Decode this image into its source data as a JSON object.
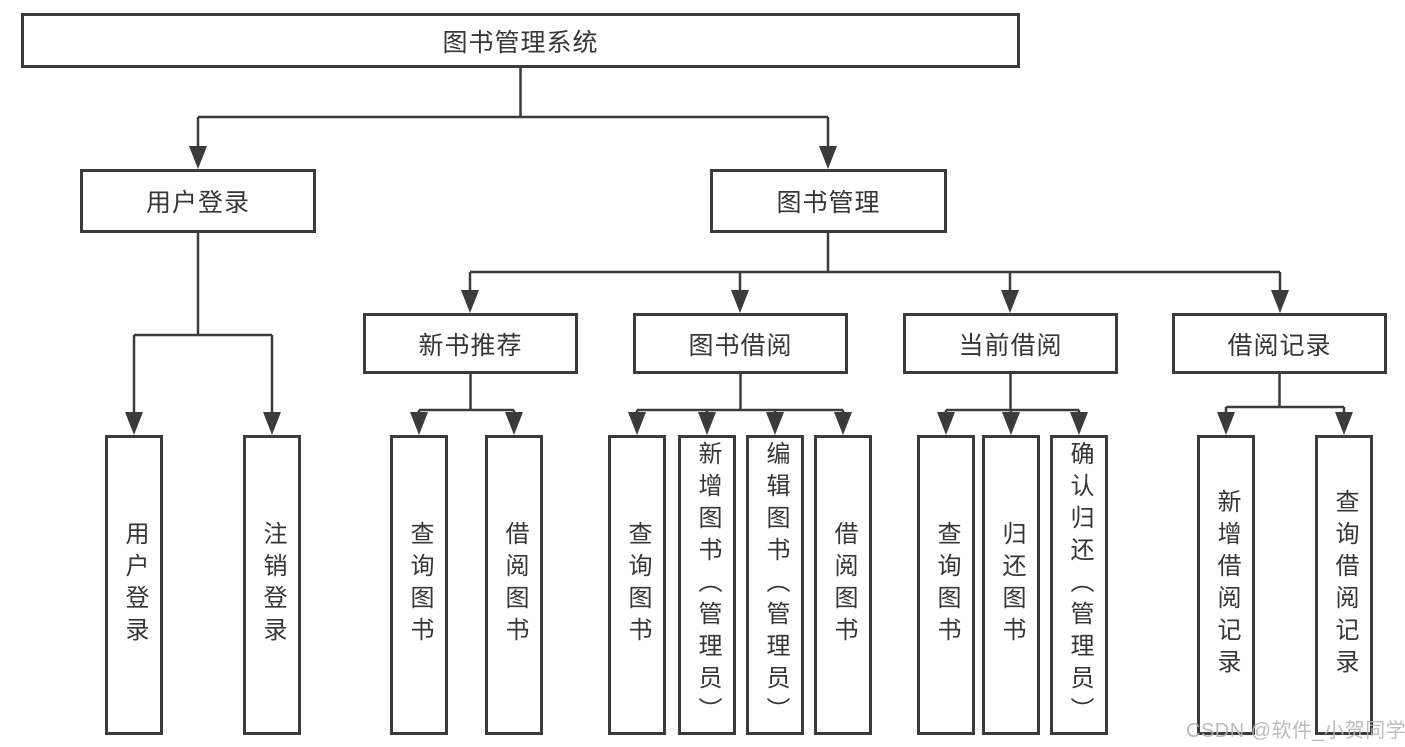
{
  "diagram": {
    "type": "hierarchy-tree",
    "title": "图书管理系统",
    "watermark": "CSDN @软件_小贺同学",
    "colors": {
      "line": "#3b3b3b",
      "text": "#363636",
      "watermark": "#b5b5b5",
      "background": "#ffffff"
    }
  },
  "nodes": {
    "root": {
      "id": "library-system",
      "label": "图书管理系统"
    },
    "level2": [
      {
        "id": "user-login",
        "label": "用户登录",
        "parent": "library-system"
      },
      {
        "id": "book-management",
        "label": "图书管理",
        "parent": "library-system"
      }
    ],
    "level3": [
      {
        "id": "new-book-recommend",
        "label": "新书推荐",
        "parent": "book-management"
      },
      {
        "id": "book-borrowing",
        "label": "图书借阅",
        "parent": "book-management"
      },
      {
        "id": "current-borrowing",
        "label": "当前借阅",
        "parent": "book-management"
      },
      {
        "id": "borrowing-records",
        "label": "借阅记录",
        "parent": "book-management"
      }
    ],
    "level4": [
      {
        "id": "user-login-action",
        "label": "用户登录",
        "parent": "user-login"
      },
      {
        "id": "logout-action",
        "label": "注销登录",
        "parent": "user-login"
      },
      {
        "id": "recommend-query-books",
        "label": "查询图书",
        "parent": "new-book-recommend"
      },
      {
        "id": "recommend-borrow-books",
        "label": "借阅图书",
        "parent": "new-book-recommend"
      },
      {
        "id": "borrowing-query-books",
        "label": "查询图书",
        "parent": "book-borrowing"
      },
      {
        "id": "borrowing-add-books-admin",
        "label": "新增图书（管理员）",
        "parent": "book-borrowing"
      },
      {
        "id": "borrowing-edit-books-admin",
        "label": "编辑图书（管理员）",
        "parent": "book-borrowing"
      },
      {
        "id": "borrowing-borrow-books",
        "label": "借阅图书",
        "parent": "book-borrowing"
      },
      {
        "id": "current-query-books",
        "label": "查询图书",
        "parent": "current-borrowing"
      },
      {
        "id": "current-return-books",
        "label": "归还图书",
        "parent": "current-borrowing"
      },
      {
        "id": "current-confirm-return-admin",
        "label": "确认归还（管理员）",
        "parent": "current-borrowing"
      },
      {
        "id": "records-add-record",
        "label": "新增借阅记录",
        "parent": "borrowing-records"
      },
      {
        "id": "records-query-record",
        "label": "查询借阅记录",
        "parent": "borrowing-records"
      }
    ]
  }
}
